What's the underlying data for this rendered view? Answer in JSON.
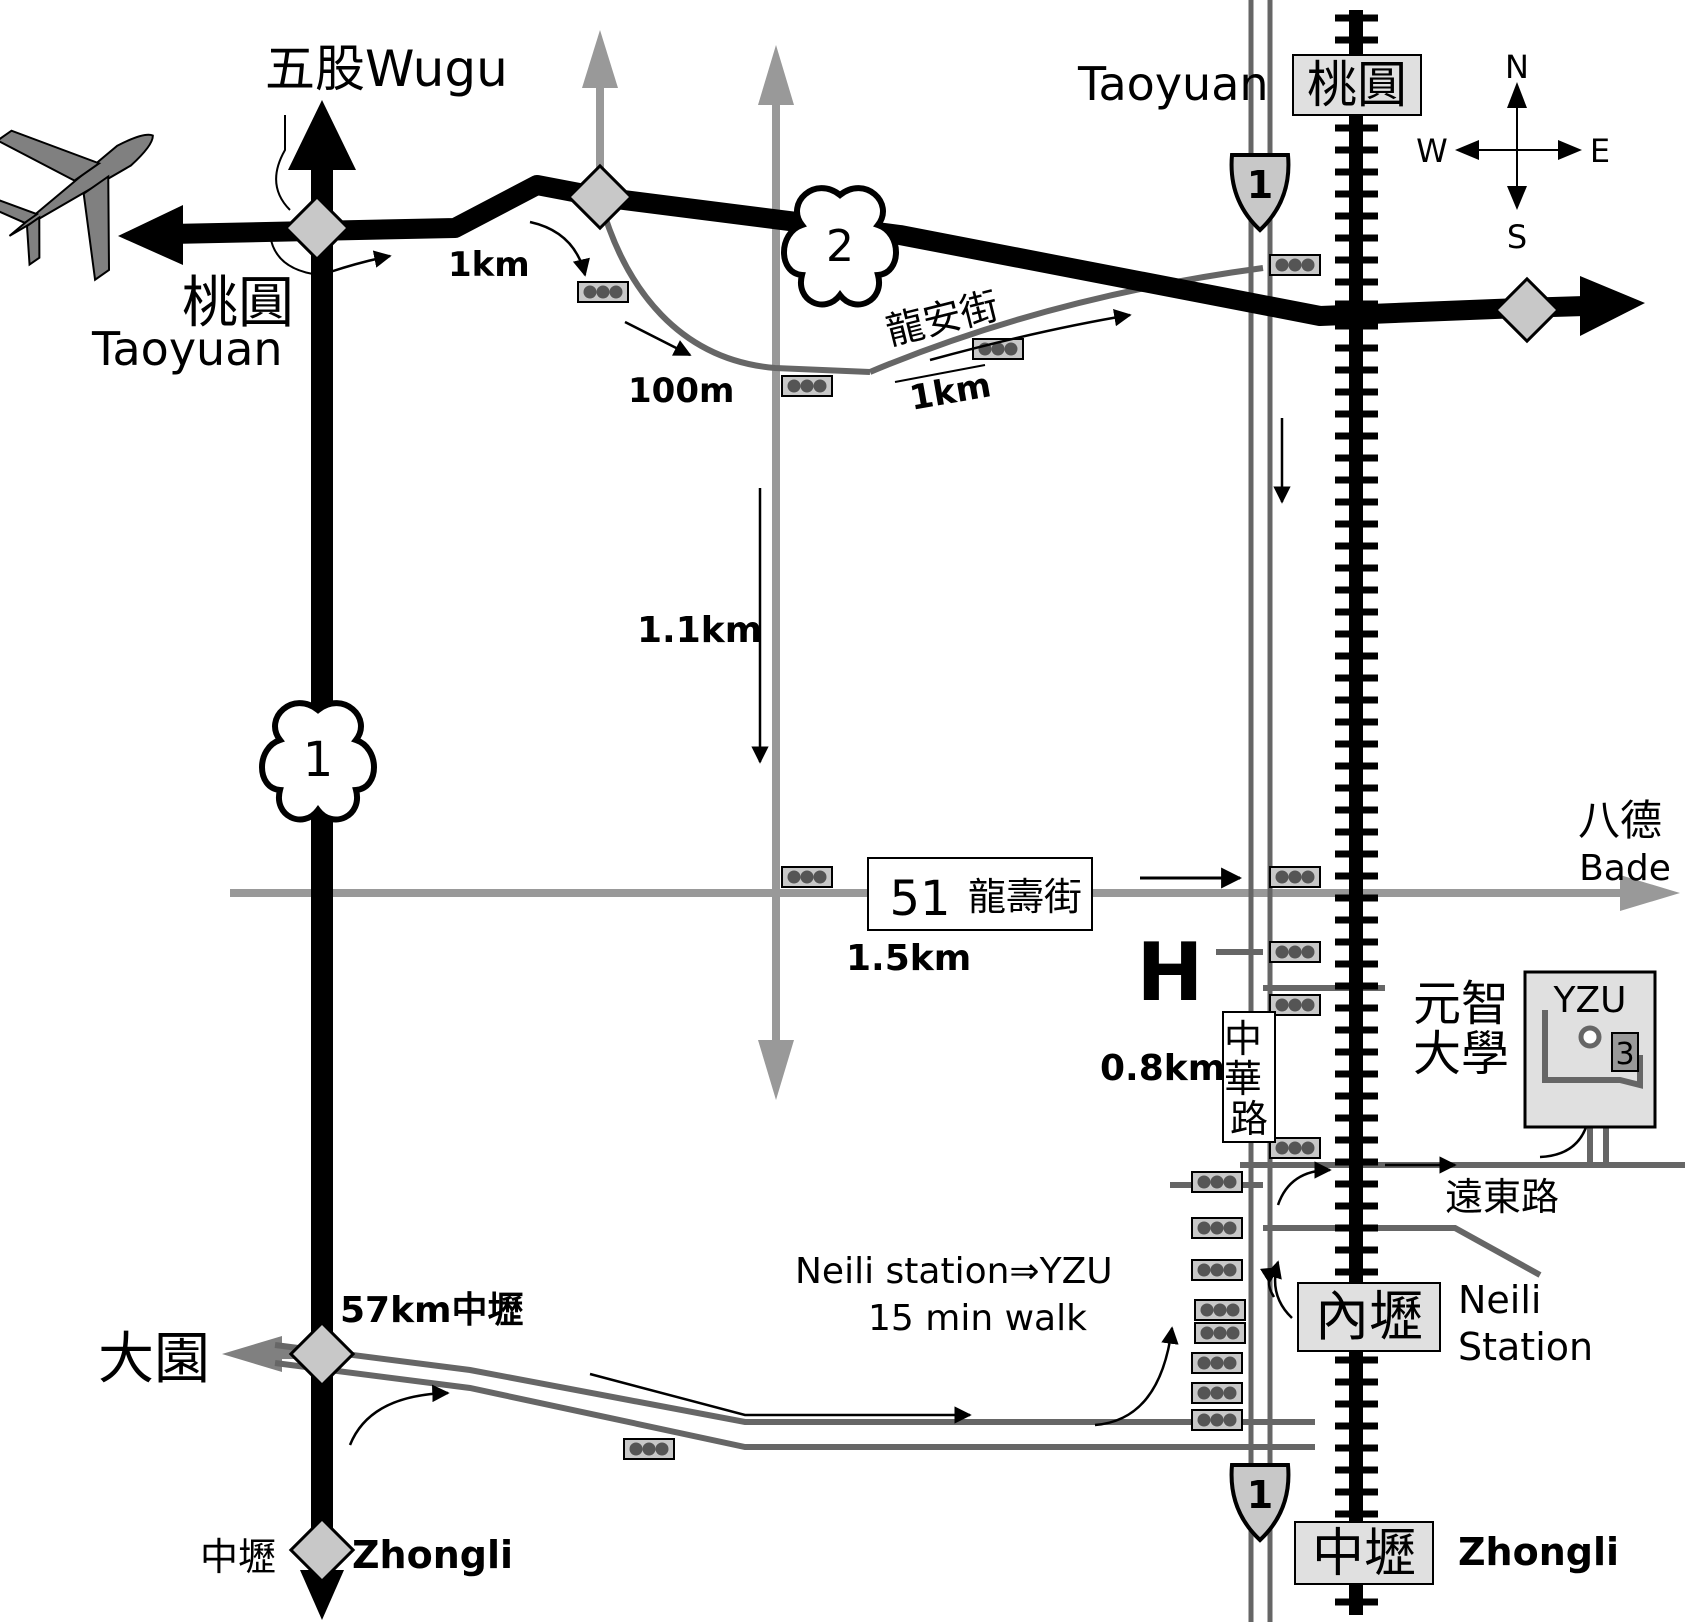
{
  "labels": {
    "wugu": "五股Wugu",
    "taoyuan_west_cn": "桃圓",
    "taoyuan_west_en": "Taoyuan",
    "taoyuan_north_en": "Taoyuan",
    "taoyuan_north_cn": "桃圓",
    "dist_1km_a": "1km",
    "dist_100m": "100m",
    "longan_st": "龍安街",
    "dist_1km_b": "1km",
    "dist_1_1km": "1.1km",
    "route51_num": "51",
    "route51_name": "龍壽街",
    "dist_1_5km": "1.5km",
    "bade_cn": "八德",
    "bade_en": "Bade",
    "hospital": "H",
    "yzu_cn_1": "元智",
    "yzu_cn_2": "大學",
    "yzu_box": "YZU",
    "gate_3": "3",
    "dist_0_8km": "0.8km",
    "zhonghua_rd": "中華路",
    "yuandong_rd": "遠東路",
    "neili_walk_1": "Neili station⇒YZU",
    "neili_walk_2": "15 min walk",
    "neili_cn": "內壢",
    "neili_en_1": "Neili",
    "neili_en_2": "Station",
    "zhongli_57km": "57km中壢",
    "dayuan": "大園",
    "zhongli_bottom_cn": "中壢",
    "zhongli_bottom_en": "Zhongli",
    "zhongli_station_cn": "中壢",
    "zhongli_station_en": "Zhongli",
    "hwy_1": "1",
    "hwy_2": "2",
    "prov_1": "1",
    "compass_n": "N",
    "compass_s": "S",
    "compass_e": "E",
    "compass_w": "W"
  },
  "colors": {
    "highway": "#000000",
    "road_gray": "#999999",
    "road_dark_gray": "#666666",
    "interchange": "#c8c8c8",
    "label_box": "#e0e0e0",
    "airplane": "#808080"
  }
}
